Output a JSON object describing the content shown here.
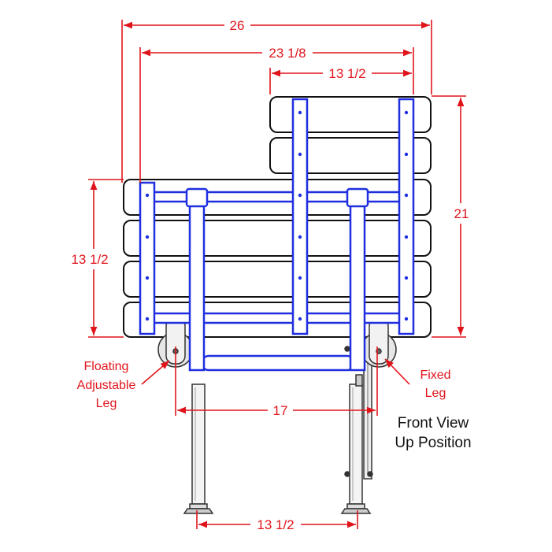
{
  "drawing": {
    "colors": {
      "dimension": "#e0151c",
      "frame": "#1f2fe0",
      "outline": "#111111",
      "hardware": "#888888"
    },
    "dimensions": {
      "overall_width": "26",
      "frame_width": "23 1/8",
      "upper_seat_width": "13 1/2",
      "overall_height": "21",
      "lower_seat_height": "13 1/2",
      "leg_spacing": "17",
      "foot_spacing": "13 1/2"
    },
    "callouts": {
      "floating_line1": "Floating",
      "floating_line2": "Adjustable",
      "floating_line3": "Leg",
      "fixed_line1": "Fixed",
      "fixed_line2": "Leg"
    },
    "caption": {
      "line1": "Front View",
      "line2": "Up Position"
    }
  }
}
